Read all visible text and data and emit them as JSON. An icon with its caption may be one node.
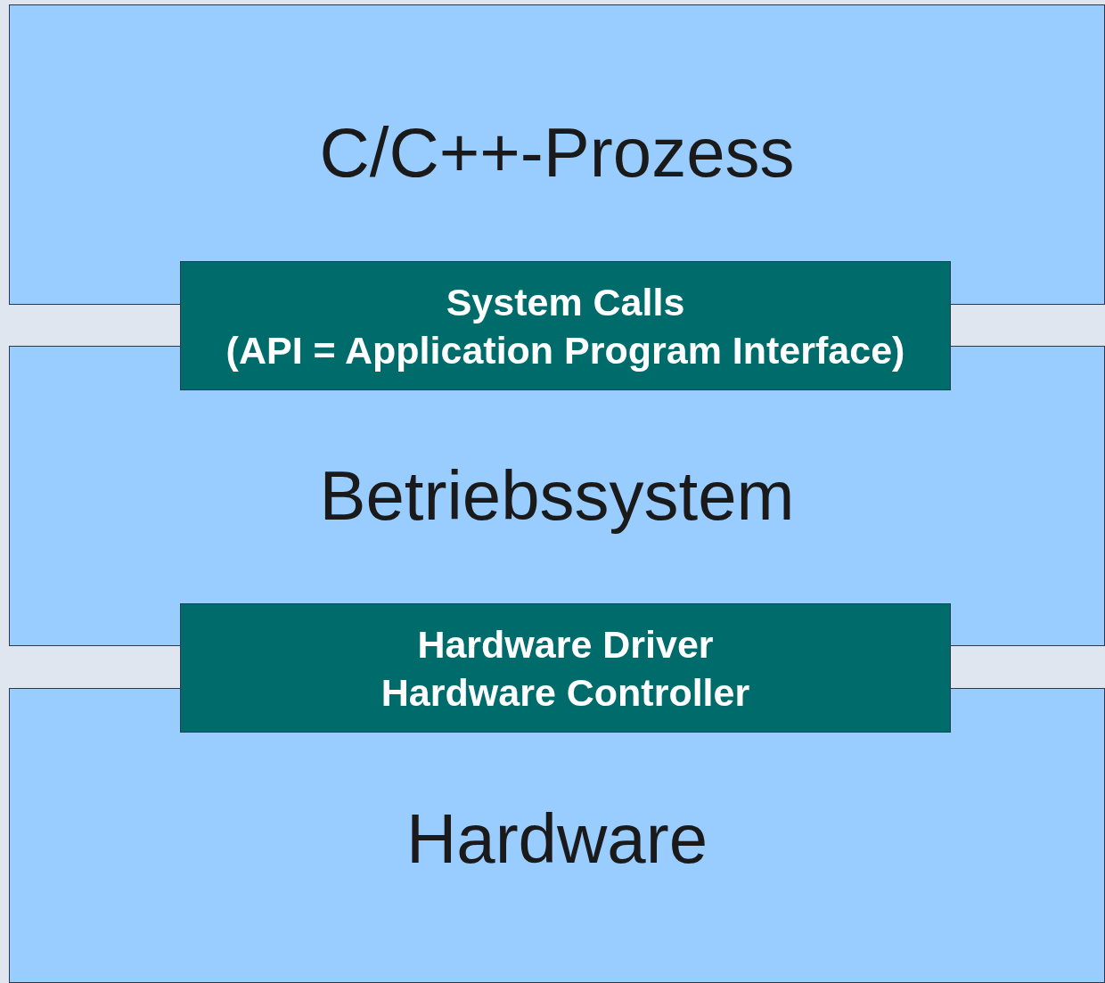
{
  "diagram": {
    "nodes": [
      {
        "text": [
          "C/C++-Prozess"
        ]
      },
      {
        "text": [
          "System Calls",
          "(API = Application Program Interface)"
        ]
      },
      {
        "text": [
          "Betriebssystem"
        ]
      },
      {
        "text": [
          "Hardware Driver",
          "Hardware Controller"
        ]
      },
      {
        "text": [
          "Hardware"
        ]
      }
    ]
  }
}
